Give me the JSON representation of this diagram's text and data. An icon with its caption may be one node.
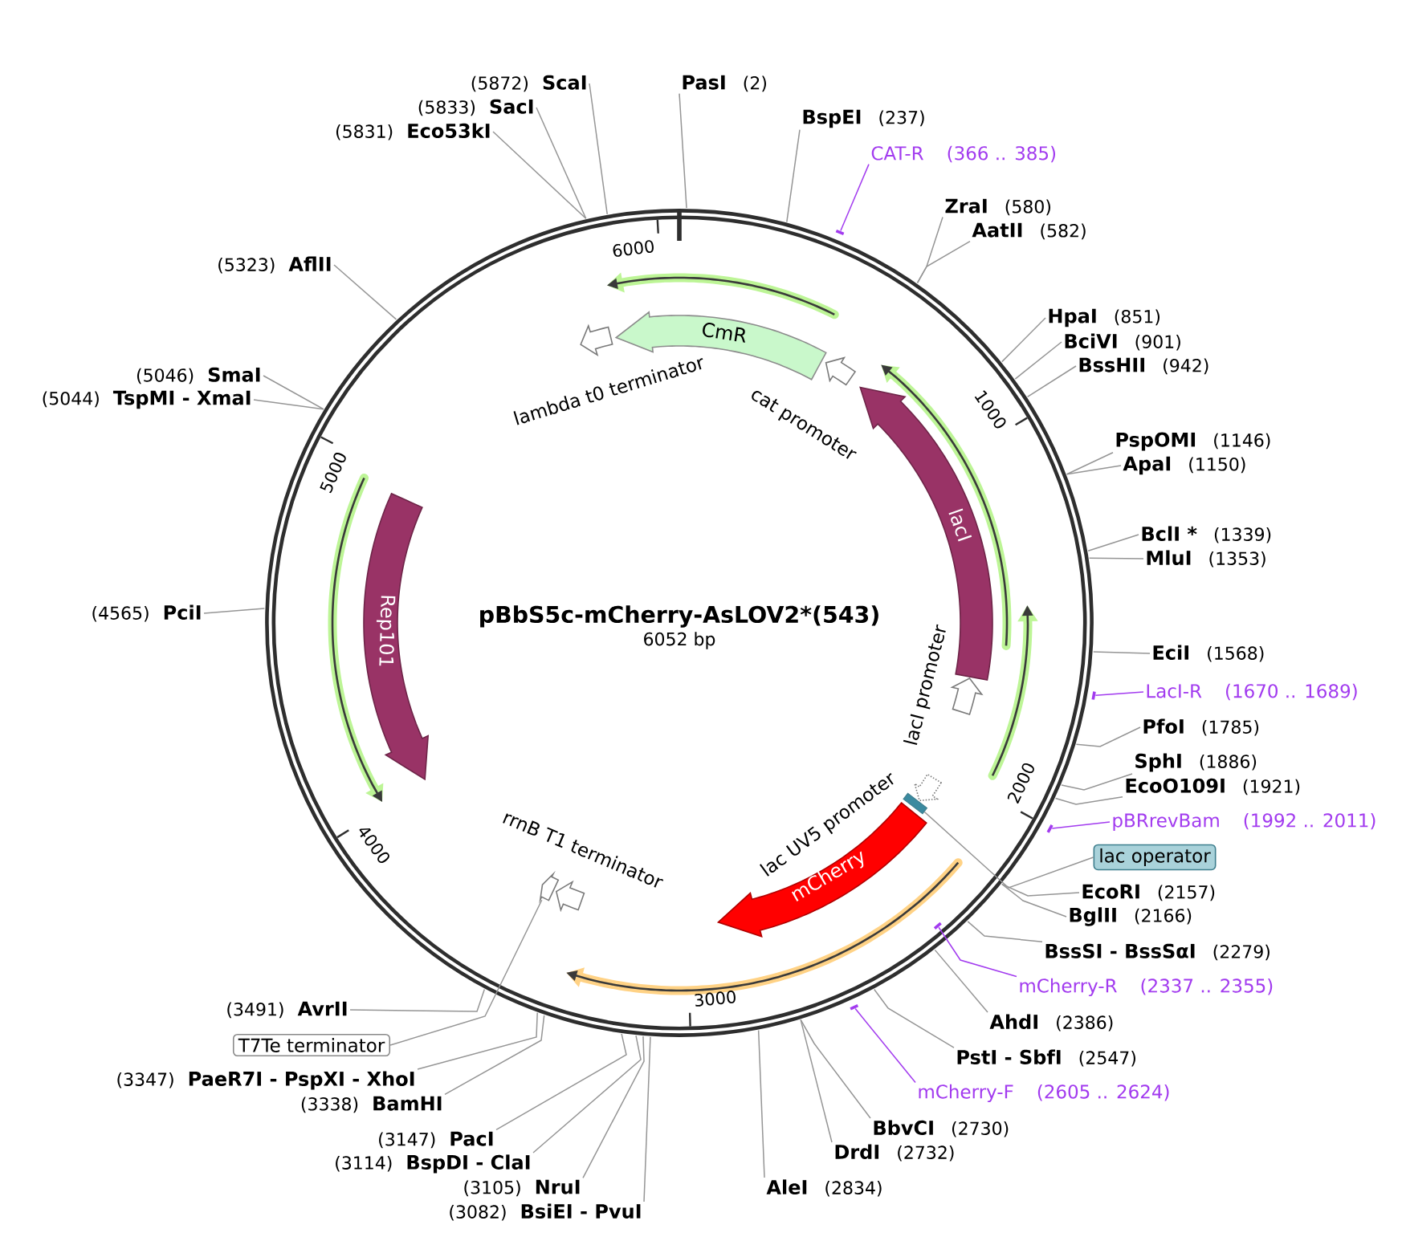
{
  "diagram": {
    "nodes": [
      {
        "text": [
          "pBbS5c-mCherry-AsLOV2*(543)",
          "6052 bp"
        ]
      },
      {
        "text": [
          "(5872)",
          "ScaI"
        ]
      },
      {
        "text": [
          "PasI",
          "(2)"
        ]
      },
      {
        "text": [
          "(5833)",
          "SacI"
        ]
      },
      {
        "text": [
          "BspEI",
          "(237)"
        ]
      },
      {
        "text": [
          "(5831)",
          "Eco53kI"
        ]
      },
      {
        "text": [
          "CAT-R",
          "(366 .. 385)"
        ]
      },
      {
        "text": [
          "ZraI",
          "(580)"
        ]
      },
      {
        "text": [
          "AatII",
          "(582)"
        ]
      },
      {
        "text": [],
        "shape": "bar"
      },
      {
        "text": [
          "(5323)",
          "AflII"
        ]
      },
      {
        "text": [
          "HpaI",
          "(851)"
        ]
      },
      {
        "text": [
          "CmR"
        ],
        "in": 0
      },
      {
        "text": [
          "lambda t0 terminator"
        ],
        "in": 0
      },
      {
        "text": [
          "BciVI",
          "(901)"
        ]
      },
      {
        "text": [
          "cat promoter"
        ],
        "in": 0
      },
      {
        "text": [
          "BssHII",
          "(942)"
        ]
      },
      {
        "text": [
          "(5046)",
          "SmaI"
        ]
      },
      {
        "text": [
          "(5044)",
          "TspMI - XmaI"
        ]
      },
      {
        "text": [
          "PspOMI",
          "(1146)"
        ]
      },
      {
        "text": [
          "ApaI",
          "(1150)"
        ]
      },
      {
        "text": [
          "lacI"
        ],
        "in": 0
      },
      {
        "text": [
          "BclI *",
          "(1339)"
        ]
      },
      {
        "text": [
          "MluI",
          "(1353)"
        ]
      },
      {
        "text": [
          "(4565)",
          "PciI"
        ]
      },
      {
        "text": [
          "Rep101"
        ],
        "in": 0
      },
      {
        "text": [
          "EciI",
          "(1568)"
        ]
      },
      {
        "text": [
          "lacI promoter"
        ],
        "in": 0
      },
      {
        "text": [
          "LacI-R",
          "(1670 .. 1689)"
        ]
      },
      {
        "text": [],
        "shape": "bar"
      },
      {
        "text": [
          "PfoI",
          "(1785)"
        ]
      },
      {
        "text": [
          "SphI",
          "(1886)"
        ]
      },
      {
        "text": [
          "EcoO109I",
          "(1921)"
        ]
      },
      {
        "text": [
          "lac UV5 promoter"
        ],
        "in": 0
      },
      {
        "text": [],
        "shape": "box",
        "in": 0
      },
      {
        "text": [
          "pBRrevBam",
          "(1992 .. 2011)"
        ]
      },
      {
        "text": [],
        "shape": "bar"
      },
      {
        "text": [
          "rrnB T1 terminator"
        ],
        "in": 0
      },
      {
        "text": [
          "lac operator"
        ]
      },
      {
        "text": [
          "mCherry"
        ],
        "in": 0
      },
      {
        "text": [],
        "shape": "arrow",
        "in": 0
      },
      {
        "text": [
          "EcoRI",
          "(2157)"
        ]
      },
      {
        "text": [
          "BglII",
          "(2166)"
        ]
      },
      {
        "text": [],
        "shape": "bar",
        "in": 0
      },
      {
        "text": [
          "BssSI - BssSαI",
          "(2279)"
        ]
      },
      {
        "text": [
          "mCherry-R",
          "(2337 .. 2355)"
        ]
      },
      {
        "text": [],
        "shape": "bar"
      },
      {
        "text": [
          "(3491)",
          "AvrII"
        ]
      },
      {
        "text": [
          "AhdI",
          "(2386)"
        ]
      },
      {
        "text": [
          "T7Te terminator"
        ]
      },
      {
        "text": [
          "PstI - SbfI",
          "(2547)"
        ]
      },
      {
        "text": [
          "(3347)",
          "PaeR7I - PspXI - XhoI"
        ]
      },
      {
        "text": [
          "mCherry-F",
          "(2605 .. 2624)"
        ]
      },
      {
        "text": [
          "(3338)",
          "BamHI"
        ]
      },
      {
        "text": [
          "BbvCI",
          "(2730)"
        ]
      },
      {
        "text": [
          "(3147)",
          "PacI"
        ]
      },
      {
        "text": [
          "DrdI",
          "(2732)"
        ]
      },
      {
        "text": [
          "(3114)",
          "BspDI - ClaI"
        ]
      },
      {
        "text": [
          "(3105)",
          "NruI"
        ]
      },
      {
        "text": [
          "AleI",
          "(2834)"
        ]
      },
      {
        "text": [
          "(3082)",
          "BsiEI - PvuI"
        ]
      }
    ],
    "edges": [
      {
        "from": 1,
        "to": 0,
        "arrow": "none"
      },
      {
        "from": 2,
        "to": 0,
        "arrow": "none"
      },
      {
        "from": 3,
        "to": 0,
        "arrow": "none"
      },
      {
        "from": 4,
        "to": 0,
        "arrow": "none"
      },
      {
        "from": 5,
        "to": 0,
        "arrow": "none"
      },
      {
        "from": 6,
        "to": 9,
        "arrow": "none",
        "color": "#a23bef"
      },
      {
        "from": 7,
        "to": 0,
        "arrow": "none"
      },
      {
        "from": 8,
        "to": 0,
        "arrow": "none"
      },
      {
        "from": 10,
        "to": 0,
        "arrow": "none"
      },
      {
        "from": 11,
        "to": 0,
        "arrow": "none"
      },
      {
        "from": 14,
        "to": 0,
        "arrow": "none"
      },
      {
        "from": 16,
        "to": 0,
        "arrow": "none"
      },
      {
        "from": 17,
        "to": 0,
        "arrow": "none"
      },
      {
        "from": 18,
        "to": 0,
        "arrow": "none"
      },
      {
        "from": 19,
        "to": 0,
        "arrow": "none"
      },
      {
        "from": 20,
        "to": 0,
        "arrow": "none"
      },
      {
        "from": 22,
        "to": 0,
        "arrow": "none"
      },
      {
        "from": 23,
        "to": 0,
        "arrow": "none"
      },
      {
        "from": 24,
        "to": 0,
        "arrow": "none"
      },
      {
        "from": 26,
        "to": 0,
        "arrow": "none"
      },
      {
        "from": 28,
        "to": 29,
        "arrow": "none",
        "color": "#a23bef"
      },
      {
        "from": 30,
        "to": 0,
        "arrow": "none"
      },
      {
        "from": 31,
        "to": 0,
        "arrow": "none"
      },
      {
        "from": 32,
        "to": 0,
        "arrow": "none"
      },
      {
        "from": 35,
        "to": 36,
        "arrow": "none",
        "color": "#a23bef"
      },
      {
        "from": 38,
        "to": 34,
        "arrow": "none"
      },
      {
        "from": 41,
        "to": 0,
        "arrow": "none"
      },
      {
        "from": 42,
        "to": 0,
        "arrow": "none"
      },
      {
        "from": 44,
        "to": 0,
        "arrow": "none"
      },
      {
        "from": 45,
        "to": 43,
        "arrow": "none",
        "color": "#a23bef"
      },
      {
        "from": 47,
        "to": 0,
        "arrow": "none"
      },
      {
        "from": 48,
        "to": 0,
        "arrow": "none"
      },
      {
        "from": 49,
        "to": 40,
        "arrow": "none"
      },
      {
        "from": 50,
        "to": 0,
        "arrow": "none"
      },
      {
        "from": 51,
        "to": 0,
        "arrow": "none"
      },
      {
        "from": 52,
        "to": 46,
        "arrow": "none",
        "color": "#a23bef"
      },
      {
        "from": 53,
        "to": 0,
        "arrow": "none"
      },
      {
        "from": 54,
        "to": 0,
        "arrow": "none"
      },
      {
        "from": 55,
        "to": 0,
        "arrow": "none"
      },
      {
        "from": 56,
        "to": 0,
        "arrow": "none"
      },
      {
        "from": 57,
        "to": 0,
        "arrow": "none"
      },
      {
        "from": 58,
        "to": 0,
        "arrow": "none"
      },
      {
        "from": 59,
        "to": 0,
        "arrow": "none"
      },
      {
        "from": 60,
        "to": 0,
        "arrow": "none"
      }
    ],
    "labels": [
      "6000",
      "1000",
      "5000",
      "2000",
      "4000",
      "3000"
    ]
  }
}
